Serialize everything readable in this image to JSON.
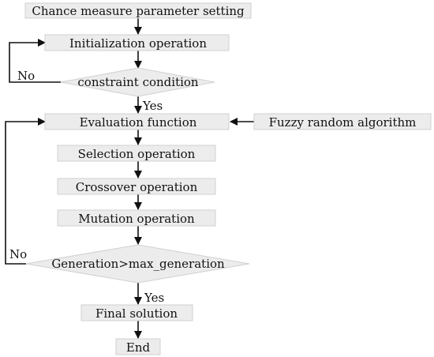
{
  "flowchart": {
    "nodes": {
      "chance_measure": "Chance measure parameter setting",
      "initialization": "Initialization operation",
      "constraint": "constraint condition",
      "evaluation": "Evaluation function",
      "fuzzy_random": "Fuzzy random algorithm",
      "selection": "Selection operation",
      "crossover": "Crossover operation",
      "mutation": "Mutation operation",
      "generation_check": "Generation>max_generation",
      "final_solution": "Final solution",
      "end": "End"
    },
    "edge_labels": {
      "constraint_no": "No",
      "constraint_yes": "Yes",
      "generation_no": "No",
      "generation_yes": "Yes"
    }
  },
  "colors": {
    "box_fill": "#ececec",
    "box_stroke": "#d0d0d0",
    "line": "#111111",
    "text": "#111111"
  }
}
